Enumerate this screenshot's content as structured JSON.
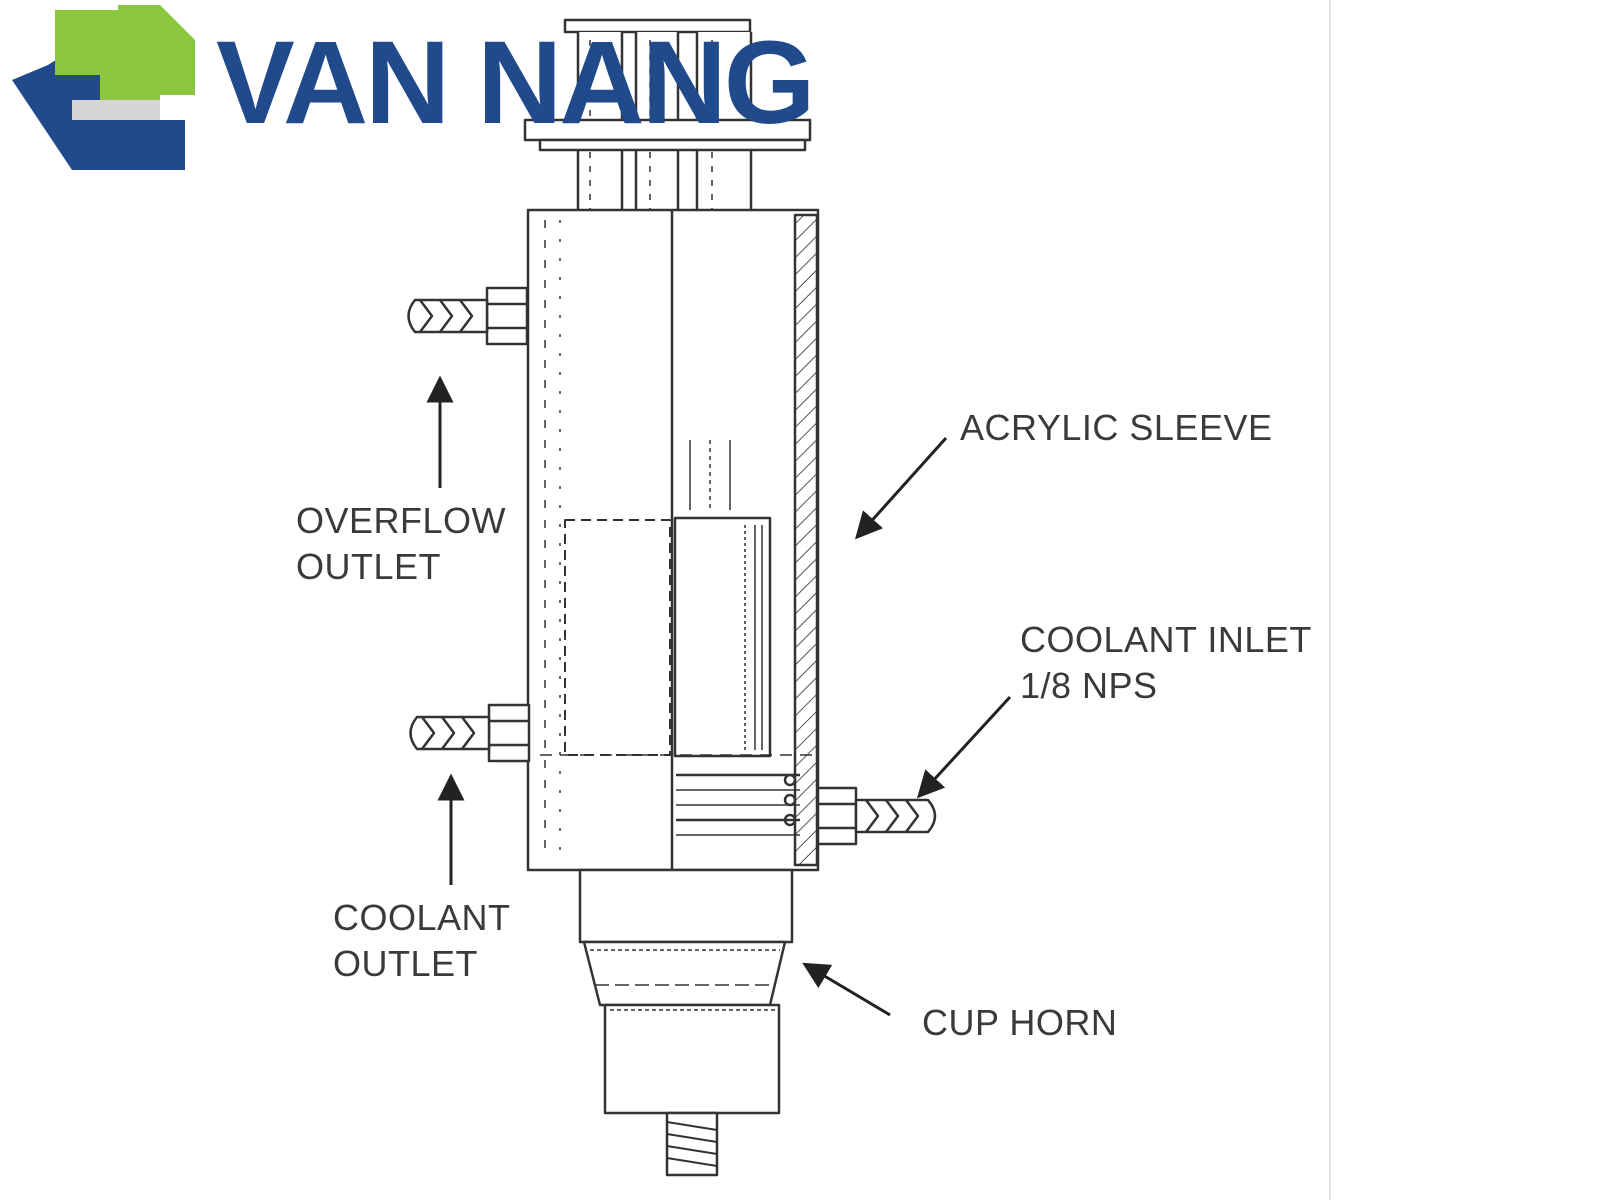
{
  "brand": {
    "name": "VAN NANG",
    "colors": {
      "blue": "#214a8c",
      "green": "#8cc63f",
      "gray": "#d6d6d6"
    }
  },
  "diagram": {
    "subject": "cup-horn",
    "labels": {
      "acrylic_sleeve": "ACRYLIC SLEEVE",
      "overflow_outlet": [
        "OVERFLOW",
        "OUTLET"
      ],
      "coolant_inlet": [
        "COOLANT INLET",
        "1/8 NPS"
      ],
      "coolant_outlet": [
        "COOLANT",
        "OUTLET"
      ],
      "cup_horn": "CUP HORN"
    },
    "colors": {
      "ink": "#333333",
      "text": "#3a3a3a"
    }
  }
}
